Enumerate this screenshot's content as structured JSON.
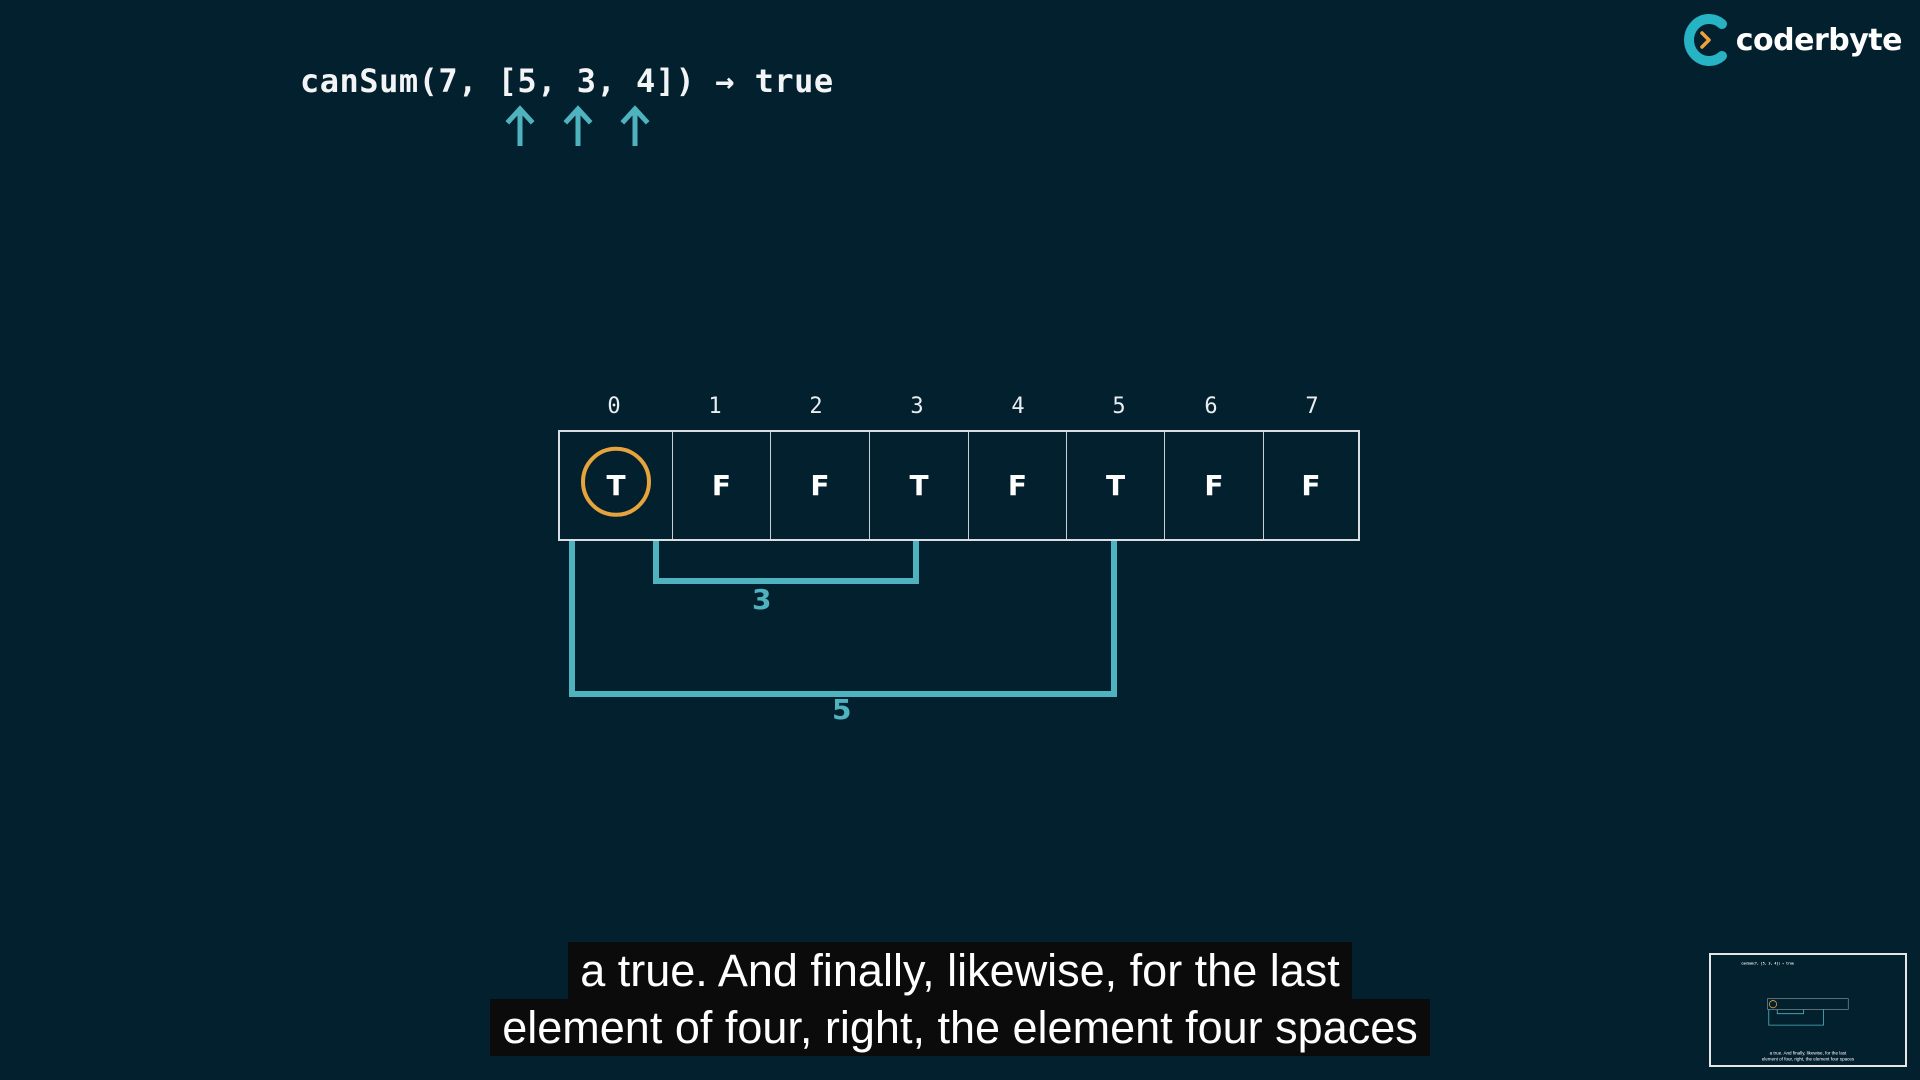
{
  "formula": {
    "prefix": "canSum(7, [",
    "n1": "5",
    "sep1": ", ",
    "n2": "3",
    "sep2": ", ",
    "n3": "4",
    "suffix": "]) ",
    "arrow": "→",
    "result": " true"
  },
  "logo": {
    "text": "coderbyte",
    "icon": "coderbyte-logo-icon"
  },
  "table": {
    "indices": [
      "0",
      "1",
      "2",
      "3",
      "4",
      "5",
      "6",
      "7"
    ],
    "cells": [
      "T",
      "F",
      "F",
      "T",
      "F",
      "T",
      "F",
      "F"
    ],
    "highlighted_index": 0
  },
  "brackets": {
    "label_3": "3",
    "label_5": "5"
  },
  "colors": {
    "background": "#03202e",
    "accent_teal": "#4fb3bf",
    "highlight_orange": "#e8a43c"
  },
  "caption": {
    "line1": "a true. And finally, likewise, for the last",
    "line2": "element of four, right, the element four spaces"
  },
  "thumbnail": {
    "icon": "video-preview-thumbnail"
  }
}
